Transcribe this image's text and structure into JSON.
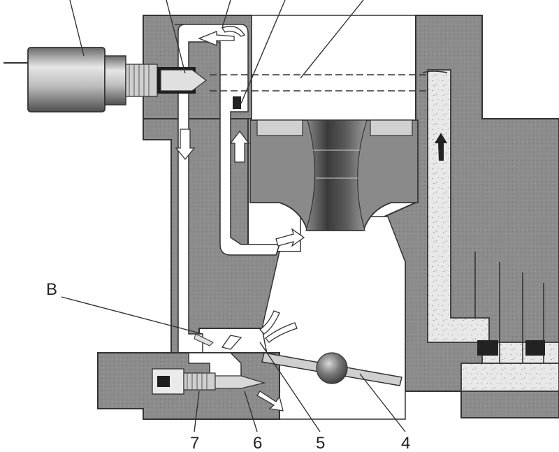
{
  "labels": {
    "b": "B",
    "n4": "4",
    "n5": "5",
    "n6": "6",
    "n7": "7"
  }
}
